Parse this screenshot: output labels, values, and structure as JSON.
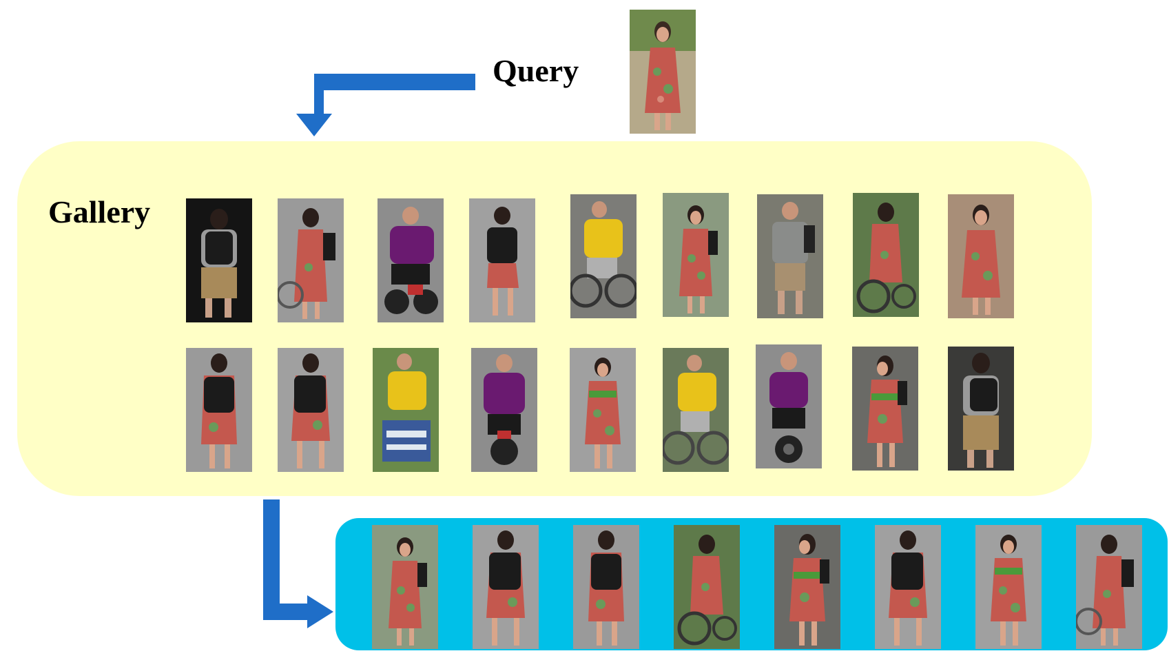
{
  "labels": {
    "query": "Query",
    "gallery": "Gallery"
  },
  "colors": {
    "gallery_bg": "#ffffc6",
    "result_bg": "#00c0e8",
    "arrow": "#1f6ec8",
    "dress": "#c4584e",
    "dress_pattern": "#6a9a5a",
    "backpack": "#1b1b1b",
    "purple_shirt": "#6a1a70",
    "yellow_shirt": "#e8c21a",
    "grey_shirt": "#8a8c8a"
  },
  "icons": {
    "query_image": "person-dress-front-icon",
    "arrow_down": "arrow-elbow-down-icon",
    "arrow_right": "arrow-elbow-right-icon"
  },
  "gallery": {
    "row1": [
      "person-backpack-back",
      "person-dress-bike",
      "person-purple-scooter",
      "person-backpack-walking",
      "person-yellow-bike",
      "person-dress-front",
      "person-grey-backpack",
      "person-dress-bike",
      "person-dress-front"
    ],
    "row2": [
      "person-dress-back-backpack",
      "person-dress-back-backpack",
      "person-yellow-bike-sign",
      "person-purple-scooter",
      "person-dress-front",
      "person-yellow-bike",
      "person-purple-scooter",
      "person-dress-front",
      "person-backpack-back"
    ]
  },
  "results": [
    "person-dress-front",
    "person-dress-back-backpack",
    "person-dress-back-backpack",
    "person-dress-bike",
    "person-dress-front",
    "person-dress-back-backpack",
    "person-dress-front",
    "person-dress-bike"
  ]
}
